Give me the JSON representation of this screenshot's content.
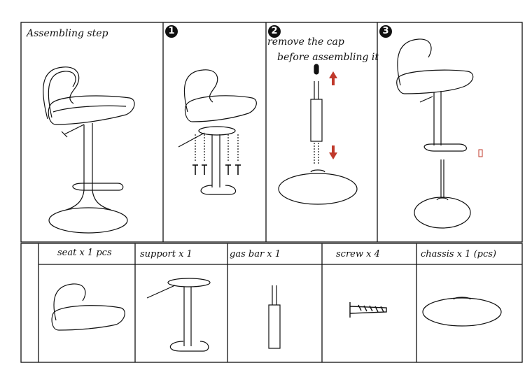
{
  "steps": {
    "intro_title": "Assembling step",
    "step1": {
      "number": "1"
    },
    "step2": {
      "number": "2",
      "line1": "remove the cap",
      "line2": "before assembling it"
    },
    "step3": {
      "number": "3"
    }
  },
  "parts": [
    {
      "label": "seat x 1 pcs"
    },
    {
      "label": "support x 1"
    },
    {
      "label": "gas bar x 1"
    },
    {
      "label": "screw x 4"
    },
    {
      "label": "chassis x 1 (pcs)"
    }
  ],
  "colors": {
    "line": "#111111",
    "arrow": "#c0392b"
  }
}
